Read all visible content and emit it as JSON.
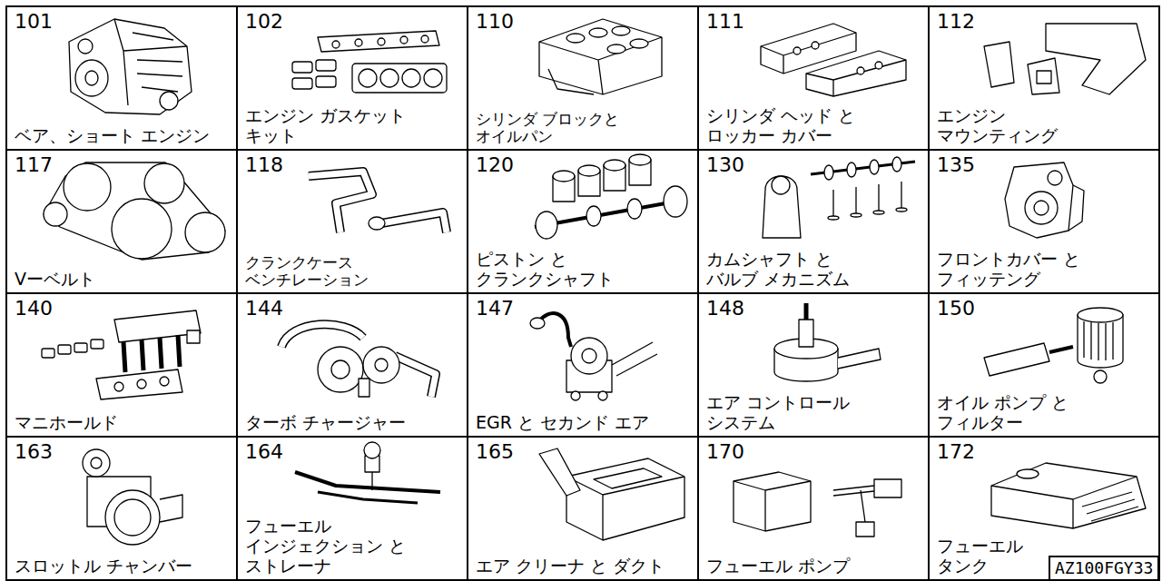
{
  "diagram": {
    "nodes": [
      {
        "text": [
          "101",
          "ベア、ショート エンジン"
        ]
      },
      {
        "text": [
          "102",
          "エンジン ガスケット キット"
        ]
      },
      {
        "text": [
          "110",
          "シリンダ ブロックと オイルパン"
        ]
      },
      {
        "text": [
          "111",
          "シリンダ ヘッド と ロッカー カバー"
        ]
      },
      {
        "text": [
          "112",
          "エンジン マウンティング"
        ]
      },
      {
        "text": [
          "117",
          "Vーベルト"
        ]
      },
      {
        "text": [
          "118",
          "クランクケース ベンチレーション"
        ]
      },
      {
        "text": [
          "120",
          "ピストン と クランクシャフト"
        ]
      },
      {
        "text": [
          "130",
          "カムシャフト と バルブ メカニズム"
        ]
      },
      {
        "text": [
          "135",
          "フロントカバー と フィッテング"
        ]
      },
      {
        "text": [
          "140",
          "マニホールド"
        ]
      },
      {
        "text": [
          "144",
          "ターボ チャージャー"
        ]
      },
      {
        "text": [
          "147",
          "EGR と セカンド エア"
        ]
      },
      {
        "text": [
          "148",
          "エア コントロール システム"
        ]
      },
      {
        "text": [
          "150",
          "オイル ポンプ と フィルター"
        ]
      },
      {
        "text": [
          "163",
          "スロットル チャンバー"
        ]
      },
      {
        "text": [
          "164",
          "フューエル インジェクション と ストレーナ"
        ]
      },
      {
        "text": [
          "165",
          "エア クリーナ と ダクト"
        ]
      },
      {
        "text": [
          "170",
          "フューエル ポンプ"
        ]
      },
      {
        "text": [
          "172",
          "フューエル タンク"
        ]
      },
      {
        "text": [
          "AZ100FGY33"
        ]
      }
    ]
  }
}
